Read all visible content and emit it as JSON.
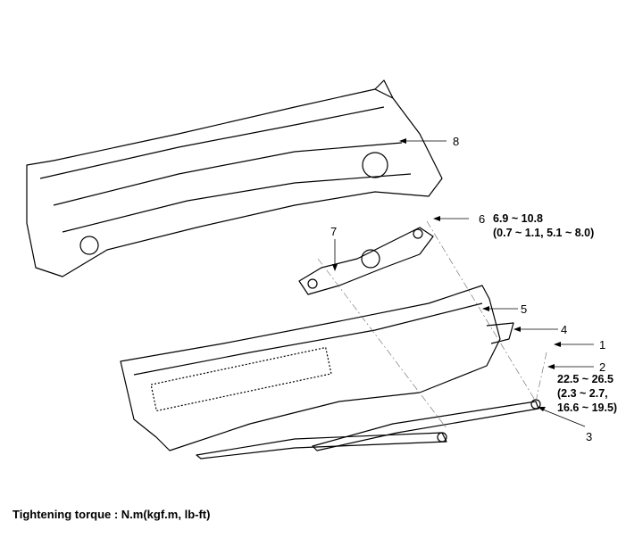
{
  "callouts": [
    {
      "num": "1"
    },
    {
      "num": "2",
      "torque": [
        "22.5 ~ 26.5",
        "(2.3 ~ 2.7,",
        "16.6 ~ 19.5)"
      ]
    },
    {
      "num": "3"
    },
    {
      "num": "4"
    },
    {
      "num": "5"
    },
    {
      "num": "6",
      "torque": [
        "6.9 ~ 10.8",
        "(0.7 ~ 1.1, 5.1 ~ 8.0)"
      ]
    },
    {
      "num": "7"
    },
    {
      "num": "8"
    }
  ],
  "footer": "Tightening torque : N.m(kgf.m, lb-ft)"
}
